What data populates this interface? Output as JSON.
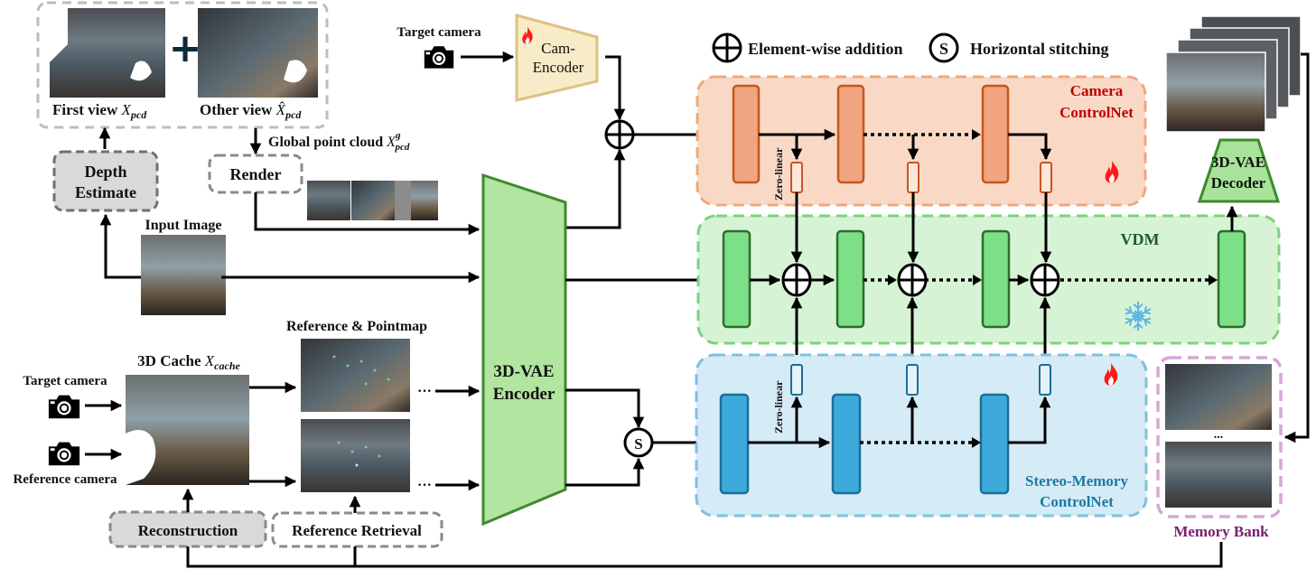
{
  "colors": {
    "camera_panel_fill": "#f9d9c6",
    "camera_panel_border": "#f0a87c",
    "camera_block_fill": "#f0a47f",
    "camera_block_border": "#c8551e",
    "camera_title": "#c00000",
    "vdm_panel_fill": "#d7f3d5",
    "vdm_panel_border": "#7fd17f",
    "vdm_block_fill": "#7ddf88",
    "vdm_block_border": "#2c6e2c",
    "vdm_title": "#1e5a2a",
    "stereo_panel_fill": "#d5ebf6",
    "stereo_panel_border": "#7fc0e0",
    "stereo_block_fill": "#3eaadc",
    "stereo_block_border": "#1b6f98",
    "stereo_title": "#1c7aa3",
    "encoder_fill": "#b2e5a0",
    "encoder_border": "#3e8a2e",
    "decoder_fill": "#a7e49a",
    "cam_encoder_fill": "#f8ecc8",
    "cam_encoder_border": "#dcc184",
    "memory_border": "#d8a6d8",
    "memory_title": "#7a1f6e",
    "gray_box_fill": "#d9d9d9",
    "dashed_gray": "#8a8a8a",
    "fire": "#ff1a1a",
    "snowflake": "#5ab4e6"
  },
  "legend": {
    "addition_symbol": "⊕",
    "addition_label": "Element-wise addition",
    "stitch_symbol": "S",
    "stitch_label": "Horizontal stitching"
  },
  "top_left": {
    "first_view_label": "First view ",
    "first_view_var": "X",
    "first_view_sub": "pcd",
    "plus": "+",
    "other_view_label": "Other view ",
    "other_view_var": "X̂",
    "other_view_sub": "pcd",
    "global_pc_label": "Global point cloud ",
    "global_pc_var": "X",
    "global_pc_sup": "g",
    "global_pc_sub": "pcd",
    "depth_estimate_line1": "Depth",
    "depth_estimate_line2": "Estimate",
    "render_label": "Render",
    "input_image_label": "Input Image"
  },
  "cam_encoder": {
    "target_camera_label": "Target camera",
    "line1": "Cam-",
    "line2": "Encoder"
  },
  "encoder": {
    "line1": "3D-VAE",
    "line2": "Encoder"
  },
  "decoder": {
    "line1": "3D-VAE",
    "line2": "Decoder"
  },
  "camera_controlnet": {
    "line1": "Camera",
    "line2": "ControlNet",
    "zero_linear": "Zero-linear"
  },
  "vdm": {
    "title": "VDM"
  },
  "stereo_controlnet": {
    "line1": "Stereo-Memory",
    "line2": "ControlNet",
    "zero_linear": "Zero-linear"
  },
  "memory_bank": {
    "title": "Memory Bank",
    "ellipsis": "..."
  },
  "bottom_left": {
    "cache_label": "3D Cache ",
    "cache_var": "X",
    "cache_sub": "cache",
    "target_camera_label": "Target camera",
    "reference_camera_label": "Reference camera",
    "reference_pointmap_label": "Reference & Pointmap",
    "reconstruction_label": "Reconstruction",
    "reference_retrieval_label": "Reference Retrieval",
    "ellipsis": "···"
  },
  "stitch_symbol": "S"
}
